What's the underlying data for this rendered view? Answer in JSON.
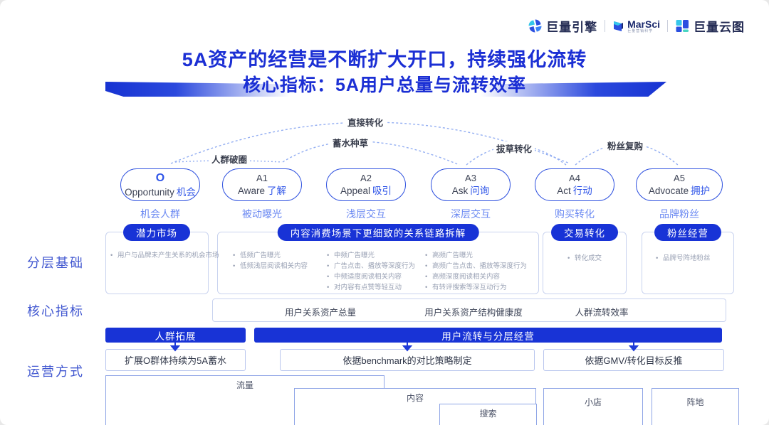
{
  "header": {
    "brand1": "巨量引擎",
    "brand2": "MarSci",
    "brand2_sub": "巨量营销科学",
    "brand3": "巨量云图"
  },
  "title": {
    "line1": "5A资产的经营是不断扩大开口，持续强化流转",
    "line2": "核心指标：5A用户总量与流转效率"
  },
  "flow_labels": {
    "break_circle": "人群破圈",
    "seed": "蓄水种草",
    "direct": "直接转化",
    "pick": "拔草转化",
    "repurchase": "粉丝复购"
  },
  "stages": [
    {
      "code": "O",
      "en": "Opportunity",
      "zh": "机会",
      "sub": "机会人群"
    },
    {
      "code": "A1",
      "en": "Aware",
      "zh": "了解",
      "sub": "被动曝光"
    },
    {
      "code": "A2",
      "en": "Appeal",
      "zh": "吸引",
      "sub": "浅层交互"
    },
    {
      "code": "A3",
      "en": "Ask",
      "zh": "问询",
      "sub": "深层交互"
    },
    {
      "code": "A4",
      "en": "Act",
      "zh": "行动",
      "sub": "购买转化"
    },
    {
      "code": "A5",
      "en": "Advocate",
      "zh": "拥护",
      "sub": "品牌粉丝"
    }
  ],
  "rows": {
    "layer": "分层基础",
    "core": "核心指标",
    "op": "运营方式"
  },
  "groups": {
    "g1": {
      "header": "潜力市场",
      "bullets": [
        "用户与品牌未产生关系的机会市场"
      ]
    },
    "g2": {
      "header": "内容消费场景下更细致的关系链路拆解",
      "cols": [
        [
          "低频广告曝光",
          "低频浅层阅读相关内容"
        ],
        [
          "中频广告曝光",
          "广告点击、播放等深度行为",
          "中频适度阅读相关内容",
          "对内容有点赞等轻互动"
        ],
        [
          "高频广告曝光",
          "高频广告点击、播放等深度行为",
          "高频深度阅读相关内容",
          "有转评搜索等深互动行为"
        ]
      ]
    },
    "g3": {
      "header": "交易转化",
      "bullets": [
        "转化成交"
      ]
    },
    "g4": {
      "header": "粉丝经营",
      "bullets": [
        "品牌号阵地粉丝"
      ]
    }
  },
  "metrics": [
    "用户关系资产总量",
    "用户关系资产结构健康度",
    "人群流转效率"
  ],
  "op": {
    "bar1": "人群拓展",
    "bar2": "用户流转与分层经营",
    "s1": "扩展O群体持续为5A蓄水",
    "s2": "依据benchmark的对比策略制定",
    "s3": "依据GMV/转化目标反推"
  },
  "channels": [
    "流量",
    "内容",
    "搜索",
    "小店",
    "阵地"
  ],
  "colors": {
    "primary_blue": "#1833d6",
    "title_blue": "#1b2fd4",
    "light_blue_text": "#6b89f2",
    "arc_dash": "#93aef2"
  }
}
